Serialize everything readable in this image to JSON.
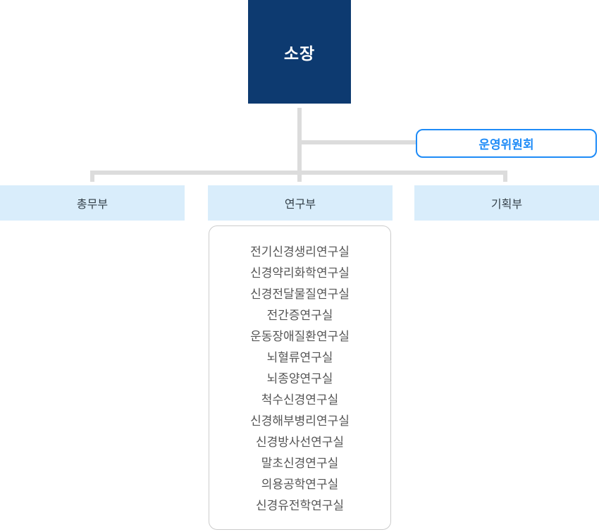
{
  "org": {
    "director": "소장",
    "committee": "운영위원회",
    "departments": [
      "총무부",
      "연구부",
      "기획부"
    ],
    "research_labs": [
      "전기신경생리연구실",
      "신경약리화학연구실",
      "신경전달물질연구실",
      "전간증연구실",
      "운동장애질환연구실",
      "뇌혈류연구실",
      "뇌종양연구실",
      "척수신경연구실",
      "신경해부병리연구실",
      "신경방사선연구실",
      "말초신경연구실",
      "의용공학연구실",
      "신경유전학연구실"
    ],
    "colors": {
      "director_bg": "#0d3a70",
      "director_text": "#ffffff",
      "committee_accent": "#1e8bf7",
      "department_bg": "#d9edfb",
      "department_text": "#333f48",
      "connector_line": "#dcdcdc",
      "labs_border": "#cccccc",
      "labs_text": "#555555"
    }
  }
}
